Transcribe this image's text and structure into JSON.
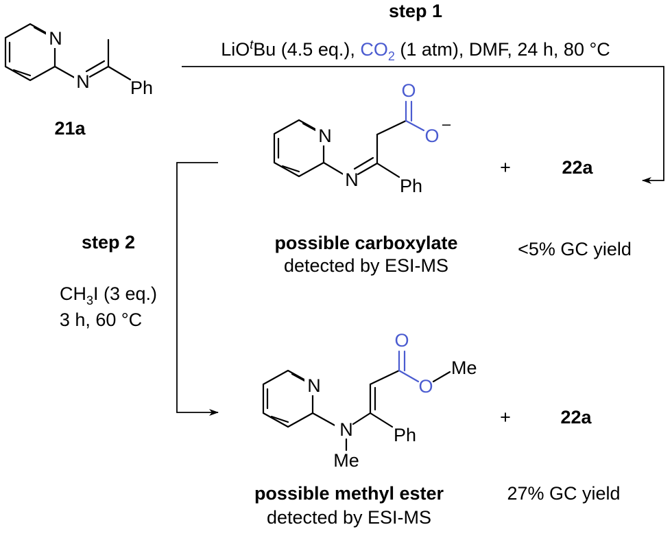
{
  "colors": {
    "text": "#000000",
    "co2_accent": "#4a5bd0",
    "oxygen": "#4a5bd0"
  },
  "step1": {
    "title": "step 1",
    "cond_prefix": "LiO",
    "cond_sup": "t",
    "cond_mid": "Bu (4.5 eq.), ",
    "cond_co2": "CO",
    "cond_co2_sub": "2",
    "cond_suffix": " (1 atm), DMF, 24 h, 80 °C"
  },
  "step2": {
    "title": "step 2",
    "reagent_prefix": "CH",
    "reagent_sub": "3",
    "reagent_suffix": "I (3 eq.)",
    "conditions": "3 h, 60 °C"
  },
  "starting_material": {
    "label": "21a",
    "atoms": {
      "ring_n": "N",
      "imine_n": "N",
      "ph": "Ph"
    }
  },
  "carboxylate": {
    "atoms": {
      "ring_n": "N",
      "imine_n": "N",
      "ph": "Ph",
      "o_carbonyl": "O",
      "o_anion": "O",
      "charge": "–"
    },
    "plus": "+",
    "byproduct": "22a",
    "name": "possible carboxylate",
    "detection": "detected by ESI-MS",
    "yield": "<5% GC yield"
  },
  "methyl_ester": {
    "atoms": {
      "ring_n": "N",
      "amine_n": "N",
      "n_me": "Me",
      "ph": "Ph",
      "o_carbonyl": "O",
      "o_ester": "O",
      "o_me": "Me"
    },
    "plus": "+",
    "byproduct": "22a",
    "name": "possible methyl ester",
    "detection": "detected by ESI-MS",
    "yield": "27% GC yield"
  }
}
